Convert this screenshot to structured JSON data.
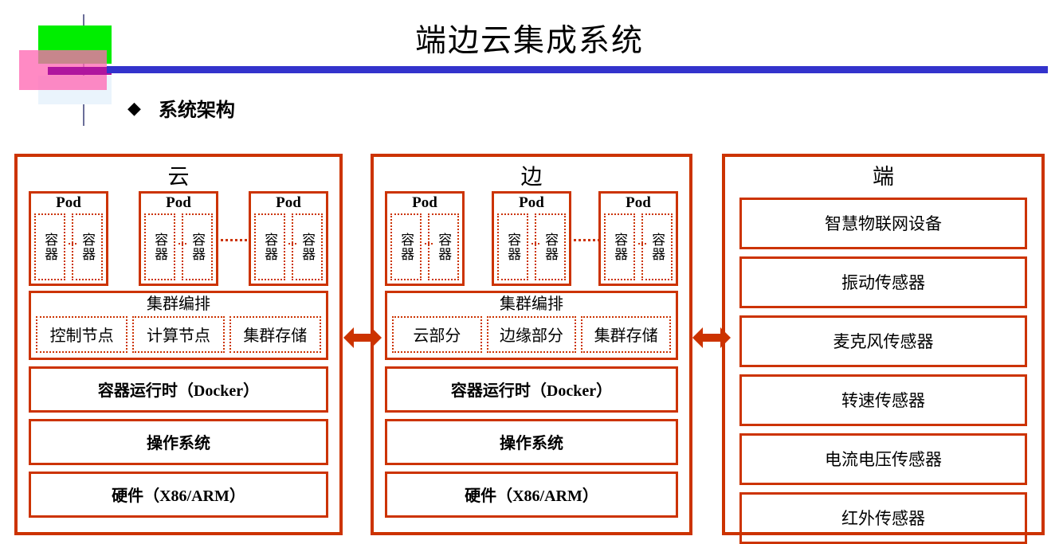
{
  "header": {
    "title": "端边云集成系统",
    "section_bullet": "◆",
    "section_label": "系统架构",
    "accent_line_color": "#3333cc",
    "deco_colors": {
      "green": "#00ee00",
      "pink": "#ff69b4",
      "light_blue": "#eaf4fc",
      "purple": "#b0159e",
      "vline": "#6b6e99"
    }
  },
  "diagram": {
    "accent_color": "#cc3300",
    "arrow_cloud_edge": "double-arrow",
    "arrow_edge_end": "double-arrow",
    "panels": [
      {
        "id": "cloud",
        "title": "云",
        "pods": [
          {
            "label": "Pod",
            "containers": [
              "容器",
              "容器"
            ]
          },
          {
            "label": "Pod",
            "containers": [
              "容器",
              "容器"
            ]
          },
          {
            "label": "Pod",
            "containers": [
              "容器",
              "容器"
            ]
          }
        ],
        "orchestration": {
          "title": "集群编排",
          "cells": [
            "控制节点",
            "计算节点",
            "集群存储"
          ]
        },
        "stack": [
          "容器运行时（Docker）",
          "操作系统",
          "硬件（X86/ARM）"
        ]
      },
      {
        "id": "edge",
        "title": "边",
        "pods": [
          {
            "label": "Pod",
            "containers": [
              "容器",
              "容器"
            ]
          },
          {
            "label": "Pod",
            "containers": [
              "容器",
              "容器"
            ]
          },
          {
            "label": "Pod",
            "containers": [
              "容器",
              "容器"
            ]
          }
        ],
        "orchestration": {
          "title": "集群编排",
          "cells": [
            "云部分",
            "边缘部分",
            "集群存储"
          ]
        },
        "stack": [
          "容器运行时（Docker）",
          "操作系统",
          "硬件（X86/ARM）"
        ]
      },
      {
        "id": "end",
        "title": "端",
        "items": [
          "智慧物联网设备",
          "振动传感器",
          "麦克风传感器",
          "转速传感器",
          "电流电压传感器",
          "红外传感器"
        ]
      }
    ]
  }
}
